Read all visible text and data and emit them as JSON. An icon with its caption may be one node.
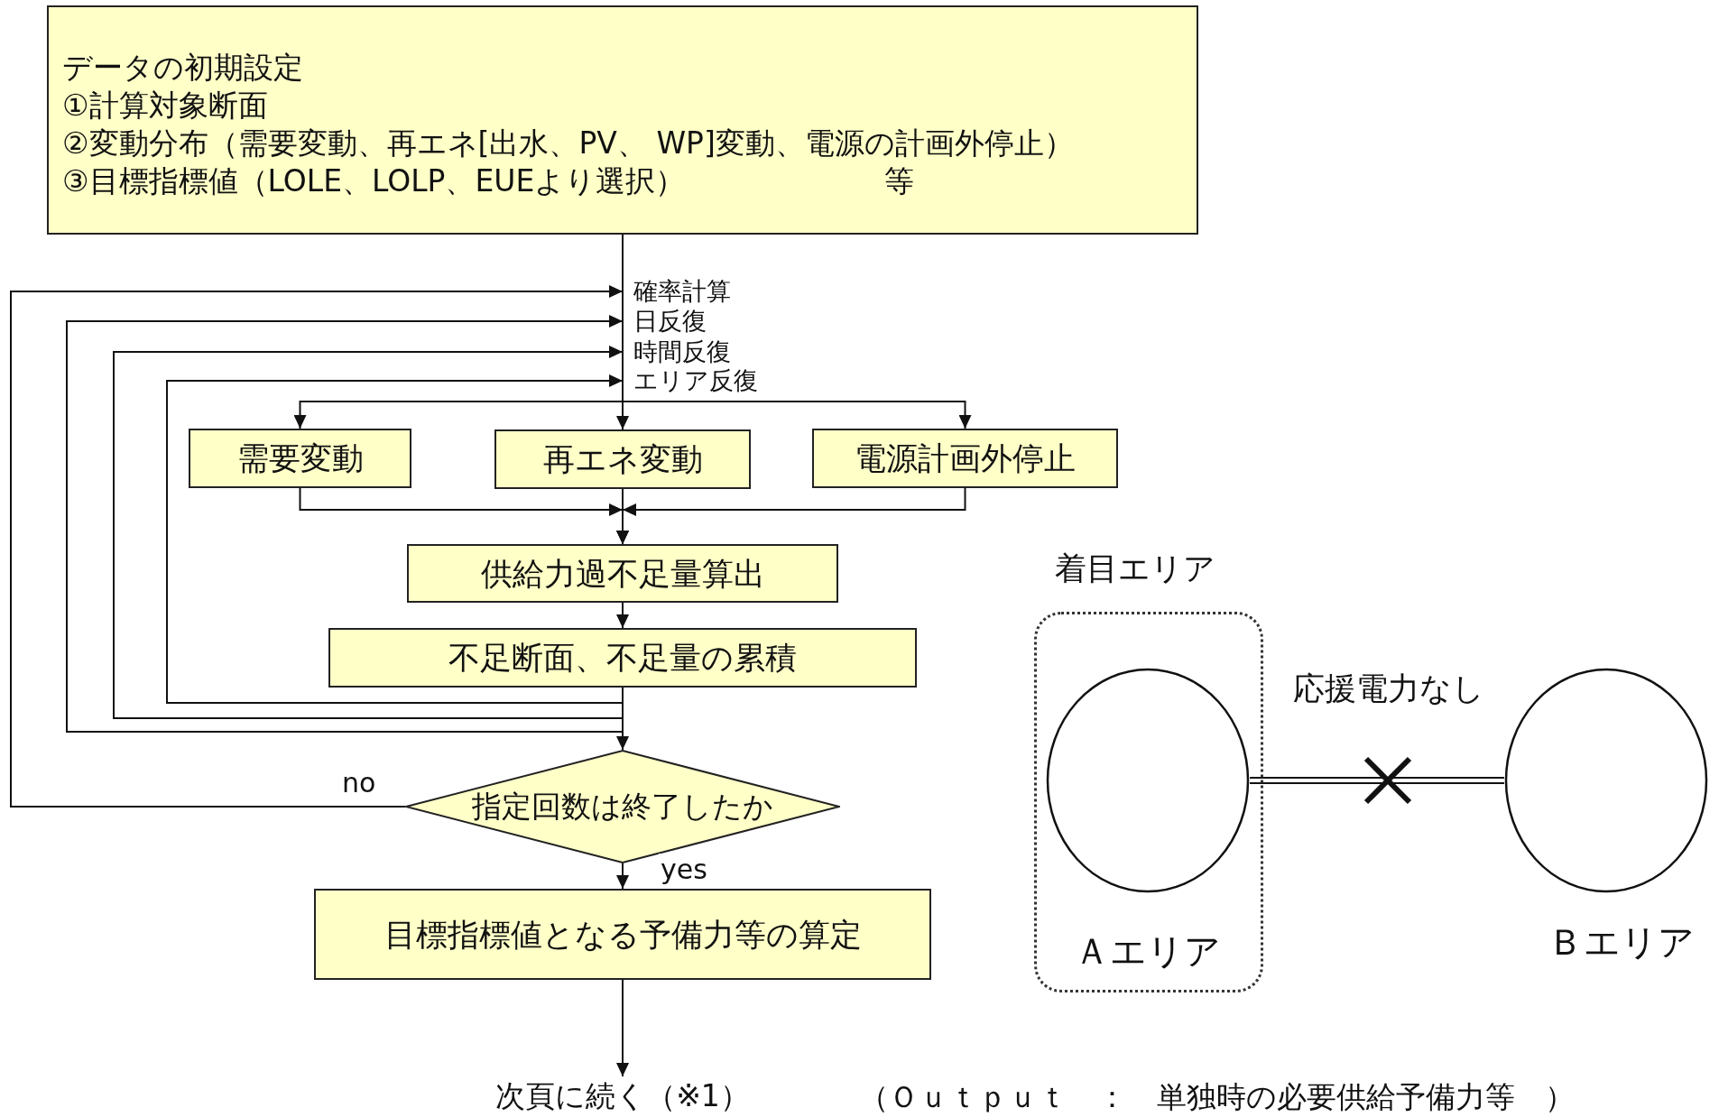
{
  "diagram": {
    "nodes": [
      {
        "text": [
          "データの初期設定",
          "①計算対象断面",
          "②変動分布（需要変動、再エネ[出水、PV、 WP]変動、電源の計画外停止）",
          "③目標指標値（LOLE、LOLP、EUEより選択）",
          "等"
        ]
      },
      {
        "text": [
          "需要変動"
        ]
      },
      {
        "text": [
          "再エネ変動"
        ]
      },
      {
        "text": [
          "電源計画外停止"
        ]
      },
      {
        "text": [
          "供給力過不足量算出"
        ]
      },
      {
        "text": [
          "不足断面、不足量の累積"
        ]
      },
      {
        "text": [
          "指定回数は終了したか"
        ]
      },
      {
        "text": [
          "目標指標値となる予備力等の算定"
        ]
      },
      {
        "text": [
          "次頁に続く（※1）"
        ]
      },
      {
        "text": [
          "着目エリア"
        ]
      },
      {
        "text": [],
        "shape": "circle",
        "in": 9,
        "beside": [
          "Ａエリア"
        ]
      },
      {
        "text": [],
        "shape": "circle",
        "beside": [
          "Ｂエリア"
        ]
      },
      {
        "text": [
          "確率計算"
        ]
      },
      {
        "text": [
          "日反復"
        ]
      },
      {
        "text": [
          "時間反復"
        ]
      },
      {
        "text": [
          "エリア反復"
        ]
      }
    ],
    "edges": [
      {
        "from": 0,
        "to": 2,
        "arrow": "to"
      },
      {
        "from": 0,
        "to": 1,
        "arrow": "to"
      },
      {
        "from": 0,
        "to": 3,
        "arrow": "to"
      },
      {
        "from": 1,
        "to": 4,
        "arrow": "to"
      },
      {
        "from": 2,
        "to": 4,
        "arrow": "to"
      },
      {
        "from": 3,
        "to": 4,
        "arrow": "to"
      },
      {
        "from": 4,
        "to": 5,
        "arrow": "to"
      },
      {
        "from": 5,
        "to": 6,
        "arrow": "to"
      },
      {
        "from": 6,
        "to": 12,
        "arrow": "to",
        "label": "no"
      },
      {
        "from": 5,
        "to": 13,
        "arrow": "to"
      },
      {
        "from": 5,
        "to": 14,
        "arrow": "to"
      },
      {
        "from": 5,
        "to": 15,
        "arrow": "to"
      },
      {
        "from": 6,
        "to": 7,
        "arrow": "to",
        "label": "yes"
      },
      {
        "from": 7,
        "to": 8,
        "arrow": "to"
      },
      {
        "from": 10,
        "to": 11,
        "arrow": "none",
        "label": "応援電力なし"
      }
    ],
    "labels": [
      "（Ｏｕｔｐｕｔ　：　単独時の必要供給予備力等　）"
    ]
  }
}
